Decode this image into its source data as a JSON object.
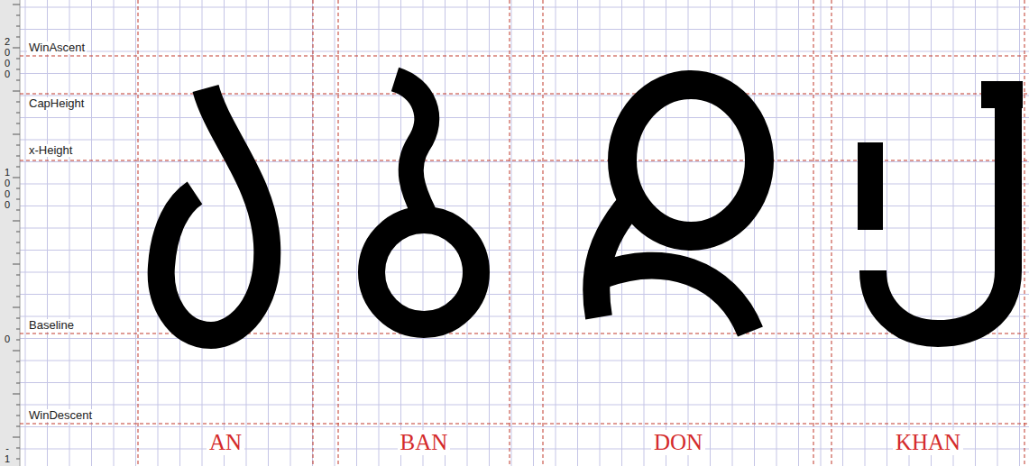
{
  "diagram": {
    "labels": [
      "2000",
      "WinAscent",
      "CapHeight",
      "x-Height",
      "1000",
      "Baseline",
      "0",
      "WinDescent",
      "-1",
      "AN",
      "BAN",
      "DON",
      "KHAN"
    ]
  }
}
